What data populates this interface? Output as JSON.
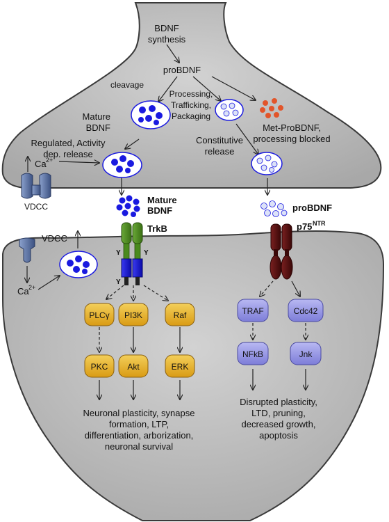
{
  "labels": {
    "bdnf_synthesis_1": "BDNF",
    "bdnf_synthesis_2": "synthesis",
    "probdnf_top": "proBDNF",
    "cleavage": "cleavage",
    "processing_1": "Processing,",
    "processing_2": "Trafficking,",
    "processing_3": "Packaging",
    "mature_bdnf_1": "Mature",
    "mature_bdnf_2": "BDNF",
    "met_probdnf_1": "Met-ProBDNF,",
    "met_probdnf_2": "processing blocked",
    "regulated_1": "Regulated, Activity",
    "regulated_2": "dep. release",
    "constitutive_1": "Constitutive",
    "constitutive_2": "release",
    "ca_top": "Ca",
    "ca_top_sup": "2+",
    "vdcc_top": "VDCC",
    "mature_bdnf_bold_1": "Mature",
    "mature_bdnf_bold_2": "BDNF",
    "probdnf_bold": "proBDNF",
    "trkb": "TrkB",
    "p75": "p75",
    "p75_sup": "NTR",
    "vdcc_bottom": "VDCC",
    "ca_bottom": "Ca",
    "ca_bottom_sup": "2+",
    "y_label": "Y"
  },
  "nodes": {
    "plcg": "PLCγ",
    "pi3k": "PI3K",
    "raf": "Raf",
    "pkc": "PKC",
    "akt": "Akt",
    "erk": "ERK",
    "traf": "TRAF",
    "cdc42": "Cdc42",
    "nfkb": "NFkB",
    "jnk": "Jnk"
  },
  "outcomes": {
    "left": [
      "Neuronal plasticity, synapse",
      "formation, LTP,",
      "differentiation, arborization,",
      "neuronal survival"
    ],
    "right": [
      "Disrupted plasticity,",
      "LTD, pruning,",
      "decreased growth,",
      "apoptosis"
    ]
  },
  "colors": {
    "cell": "#c8c8c8",
    "cell_stroke": "#3a3a3a",
    "mature_dot": "#1a1ae0",
    "pro_dot": "#c4cdf4",
    "met_dot": "#e2552a",
    "yellow_node": "#e8b52a",
    "purple_node": "#9a9ae8",
    "trkb_green": "#4a8a1e",
    "trkb_blue": "#1a1ae0",
    "p75": "#5a1414",
    "vdcc": "#5a6fa0"
  }
}
